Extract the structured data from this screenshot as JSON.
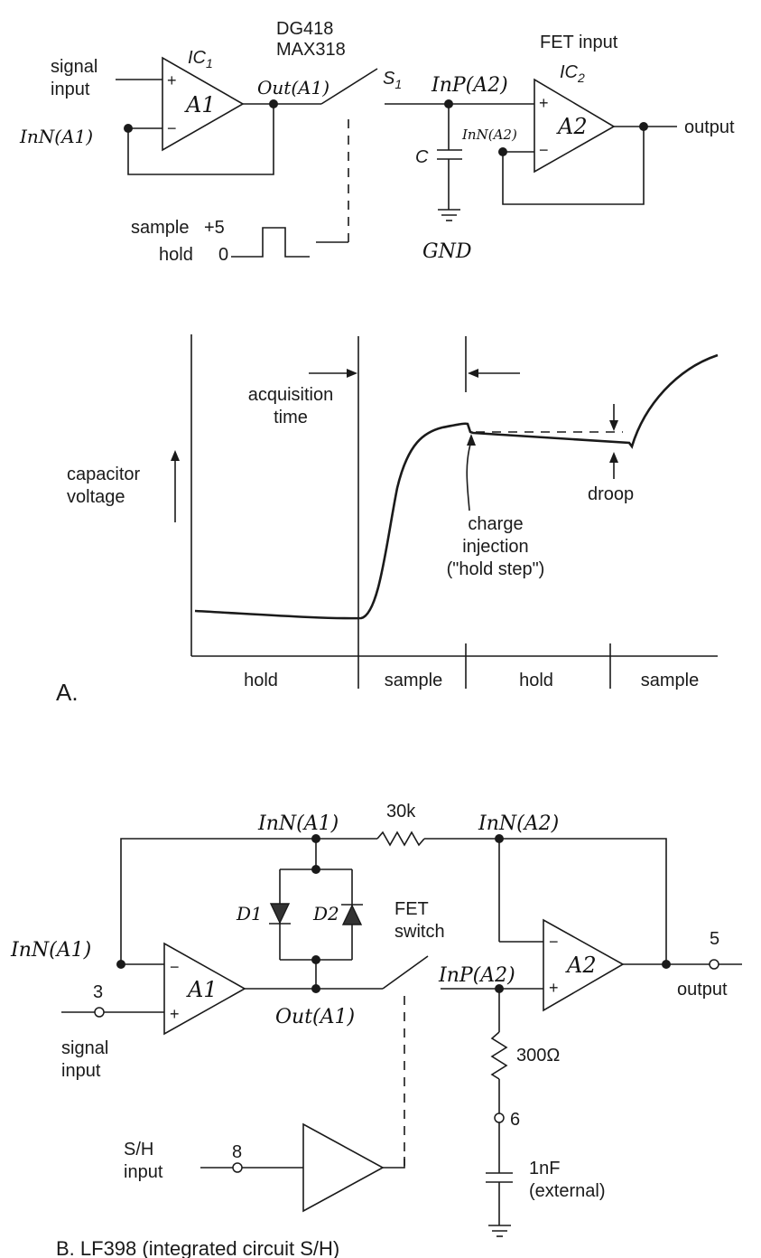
{
  "top_circuit": {
    "switch_part": "DG418\nMAX318",
    "switch_name": "S",
    "switch_sub": "1",
    "ic1_name": "IC",
    "ic1_sub": "1",
    "ic2_title": "FET input",
    "ic2_name": "IC",
    "ic2_sub": "2",
    "signal_input": "signal\ninput",
    "a1_label": "A1",
    "a2_label": "A2",
    "plus": "+",
    "minus": "−",
    "inn_a1": "InN(A1)",
    "out_a1": "Out(A1)",
    "inp_a2": "InP(A2)",
    "inn_a2": "InN(A2)",
    "cap_label": "C",
    "gnd": "GND",
    "output": "output",
    "sample": "sample",
    "hold": "hold",
    "plus5": "+5",
    "zero": "0"
  },
  "waveform": {
    "acquisition_time": "acquisition\ntime",
    "capacitor_voltage": "capacitor\nvoltage",
    "charge_injection": "charge\ninjection\n(\"hold step\")",
    "droop": "droop",
    "phases": [
      "hold",
      "sample",
      "hold",
      "sample"
    ],
    "panel_label": "A."
  },
  "bottom_circuit": {
    "inn_a1_top": "InN(A1)",
    "resistor_30k": "30k",
    "inn_a2": "InN(A2)",
    "d1": "D1",
    "d2": "D2",
    "fet_switch": "FET\nswitch",
    "inn_a1_left": "InN(A1)",
    "a1_label": "A1",
    "a2_label": "A2",
    "plus": "+",
    "minus": "−",
    "pin3": "3",
    "pin5": "5",
    "pin6": "6",
    "pin8": "8",
    "signal_input": "signal\ninput",
    "out_a1": "Out(A1)",
    "inp_a2": "InP(A2)",
    "output": "output",
    "r300": "300Ω",
    "cap_1nf": "1nF\n(external)",
    "sh_input": "S/H\ninput",
    "caption": "B.  LF398 (integrated circuit S/H)"
  }
}
